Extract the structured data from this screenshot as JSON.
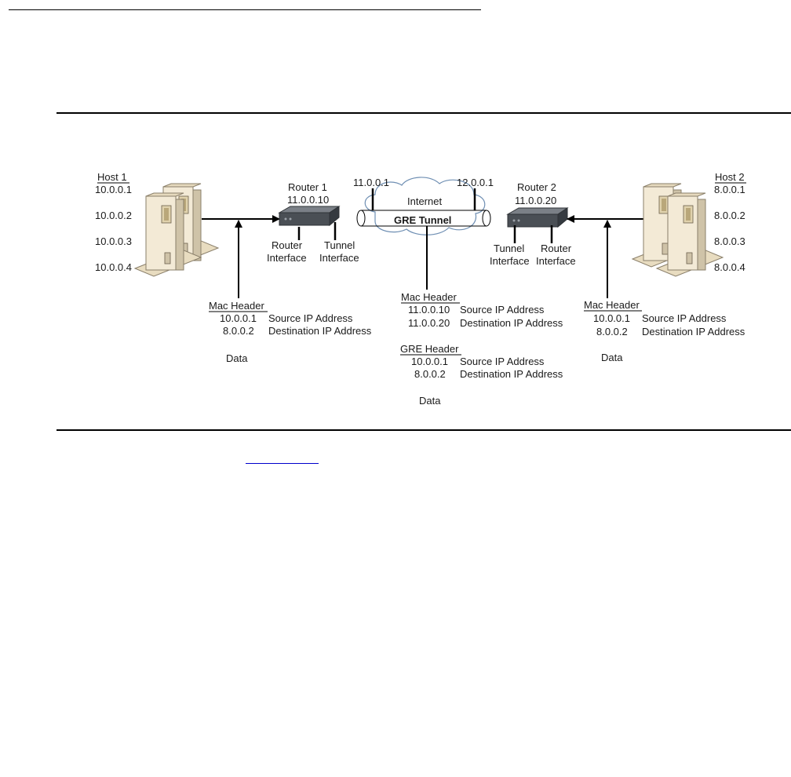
{
  "host1": {
    "title": "Host 1",
    "addresses": [
      "10.0.0.1",
      "10.0.0.2",
      "10.0.0.3",
      "10.0.0.4"
    ]
  },
  "host2": {
    "title": "Host 2",
    "addresses": [
      "8.0.0.1",
      "8.0.0.2",
      "8.0.0.3",
      "8.0.0.4"
    ]
  },
  "router1": {
    "name": "Router 1",
    "ip": "11.0.0.10",
    "interfaces": [
      {
        "line1": "Router",
        "line2": "Interface"
      },
      {
        "line1": "Tunnel",
        "line2": "Interface"
      }
    ]
  },
  "router2": {
    "name": "Router 2",
    "ip": "11.0.0.20",
    "interfaces": [
      {
        "line1": "Tunnel",
        "line2": "Interface"
      },
      {
        "line1": "Router",
        "line2": "Interface"
      }
    ]
  },
  "tunnel": {
    "left_endpoint_ip": "11.0.0.1",
    "right_endpoint_ip": "12.0.0.1",
    "cloud_label": "Internet",
    "tunnel_label": "GRE Tunnel"
  },
  "packet_left": {
    "header": "Mac Header",
    "rows": [
      {
        "ip": "10.0.0.1",
        "desc": "Source IP Address"
      },
      {
        "ip": "8.0.0.2",
        "desc": "Destination IP Address"
      }
    ],
    "data_label": "Data"
  },
  "packet_center": {
    "mac_header": "Mac Header",
    "mac_rows": [
      {
        "ip": "11.0.0.10",
        "desc": "Source IP Address"
      },
      {
        "ip": "11.0.0.20",
        "desc": "Destination IP Address"
      }
    ],
    "gre_header": "GRE Header",
    "gre_rows": [
      {
        "ip": "10.0.0.1",
        "desc": "Source IP Address"
      },
      {
        "ip": "8.0.0.2",
        "desc": "Destination IP Address"
      }
    ],
    "data_label": "Data"
  },
  "packet_right": {
    "header": "Mac Header",
    "rows": [
      {
        "ip": "10.0.0.1",
        "desc": "Source IP Address"
      },
      {
        "ip": "8.0.0.2",
        "desc": "Destination IP Address"
      }
    ],
    "data_label": "Data"
  },
  "colors": {
    "server_body": "#f3ead6",
    "server_shadow": "#cfc3a8",
    "router_body": "#4a4f55",
    "router_top": "#7b8087",
    "cloud_stroke": "#6f8fb3",
    "link_color": "#0000cc"
  },
  "icons": [
    "server-tower-icon",
    "router-icon",
    "cloud-icon",
    "tunnel-pipe-icon"
  ]
}
